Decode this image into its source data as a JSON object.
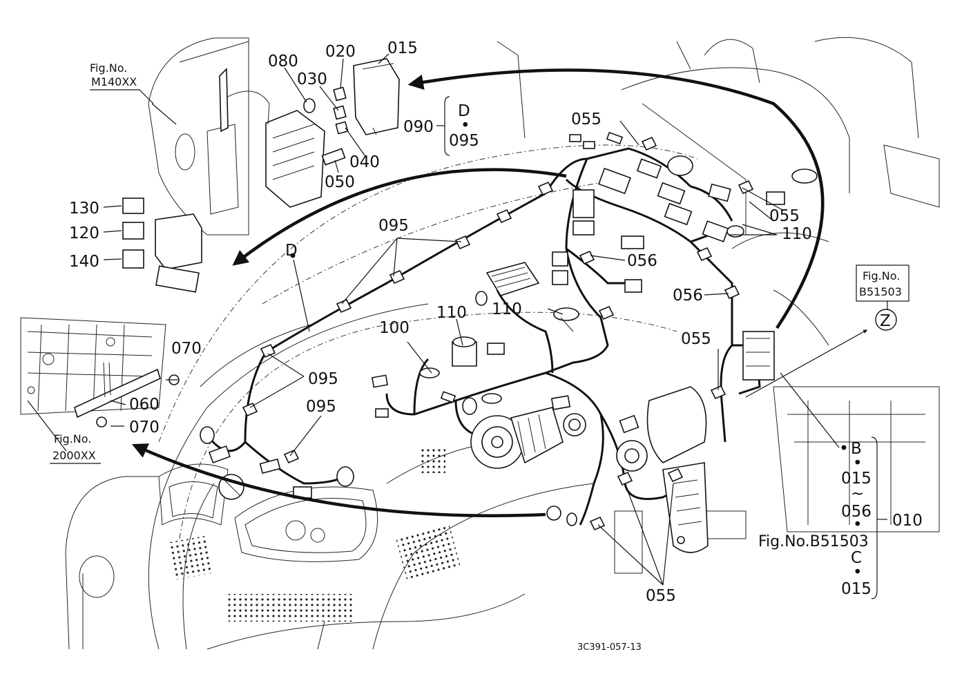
{
  "callouts": {
    "c015_top": "015",
    "c020": "020",
    "c080": "080",
    "c030": "030",
    "c040": "040",
    "c050": "050",
    "c090": "090",
    "c130": "130",
    "c120": "120",
    "c140": "140",
    "c095_a": "095",
    "c095_b": "095",
    "c095_c": "095",
    "c055_a": "055",
    "c055_b": "055",
    "c055_c": "055",
    "c055_d": "055",
    "c056_a": "056",
    "c056_b": "056",
    "c110_a": "110",
    "c110_b": "110",
    "c110_c": "110",
    "c100": "100",
    "c070_a": "070",
    "c070_b": "070",
    "c060": "060",
    "c010": "010",
    "letter_d": "D"
  },
  "bracket_090": {
    "top": "D",
    "dot": "•",
    "bottom": "095"
  },
  "bracket_010": {
    "b_label": "B",
    "dot1": "•",
    "from": "015",
    "tilde": "~",
    "to": "056",
    "dot2": "•",
    "figref": "Fig.No.B51503",
    "c_label": "C",
    "dot3": "•",
    "c_value": "015"
  },
  "figure_refs": {
    "m140": {
      "line1": "Fig.No.",
      "line2": "M140XX"
    },
    "b51503": {
      "line1": "Fig.No.",
      "line2": "B51503"
    },
    "f2000": {
      "line1": "Fig.No.",
      "line2": "2000XX"
    }
  },
  "view_marker": "Z",
  "drawing_number": "3C391-057-13",
  "colors": {
    "ink": "#111111",
    "paper": "#ffffff"
  }
}
